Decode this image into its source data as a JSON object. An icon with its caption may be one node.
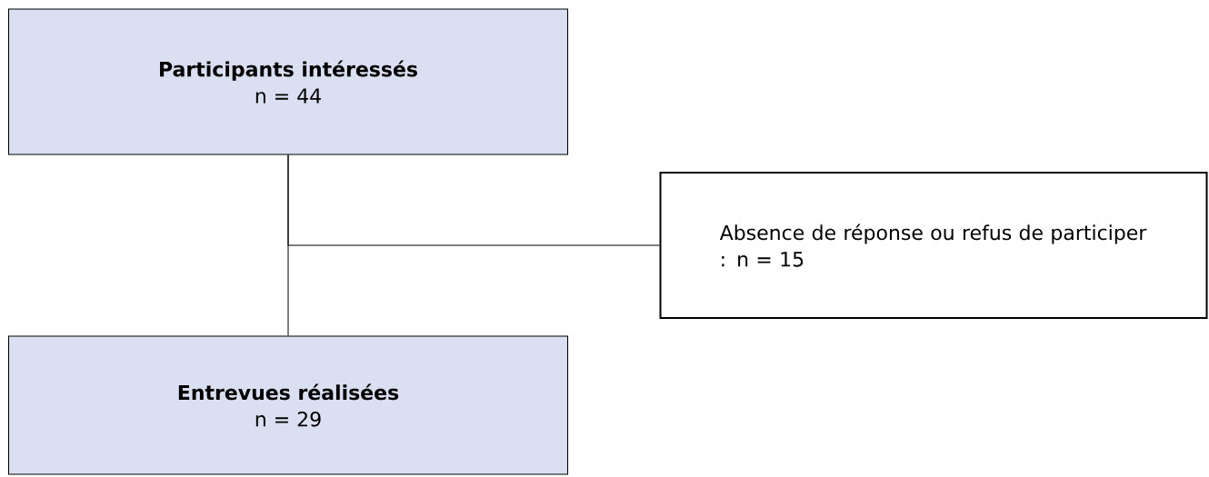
{
  "diagram": {
    "nodes": [
      {
        "text": [
          "Participants intéressés",
          "n = 44"
        ]
      },
      {
        "text": [
          "Absence de réponse ou refus de participer : n = 15"
        ]
      },
      {
        "text": [
          "Entrevues réalisées",
          "n = 29"
        ]
      }
    ],
    "edges": [
      {
        "from": 0,
        "to": 2,
        "arrow": "none"
      },
      {
        "from": 0,
        "to": 1,
        "arrow": "none"
      }
    ]
  }
}
